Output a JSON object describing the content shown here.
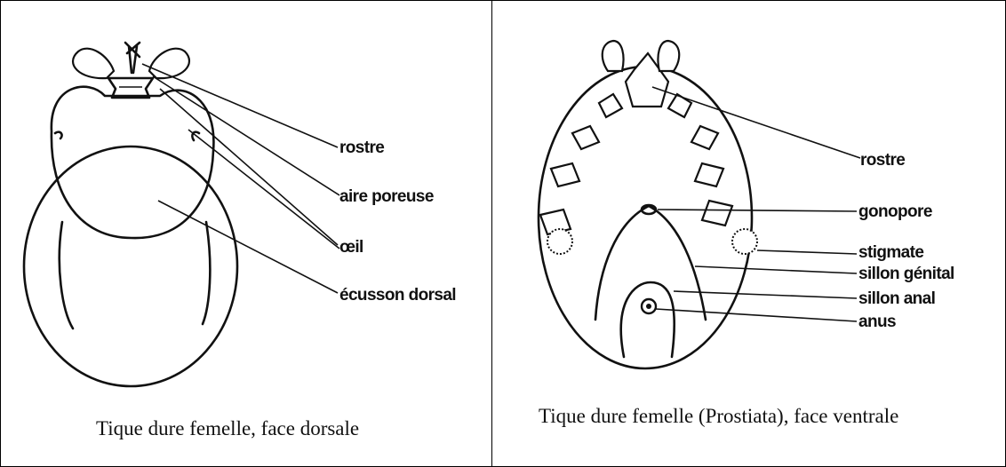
{
  "panels": [
    {
      "labels": [
        "rostre",
        "aire poreuse",
        "œil",
        "écusson dorsal"
      ],
      "caption": "Tique dure femelle, face dorsale"
    },
    {
      "labels": [
        "rostre",
        "gonopore",
        "stigmate",
        "sillon génital",
        "sillon anal",
        "anus"
      ],
      "caption": "Tique dure femelle (Prostiata), face ventrale"
    }
  ],
  "icons": {
    "left": "tick-dorsal-diagram",
    "right": "tick-ventral-diagram"
  },
  "colors": {
    "line": "#111111",
    "background": "#ffffff"
  }
}
